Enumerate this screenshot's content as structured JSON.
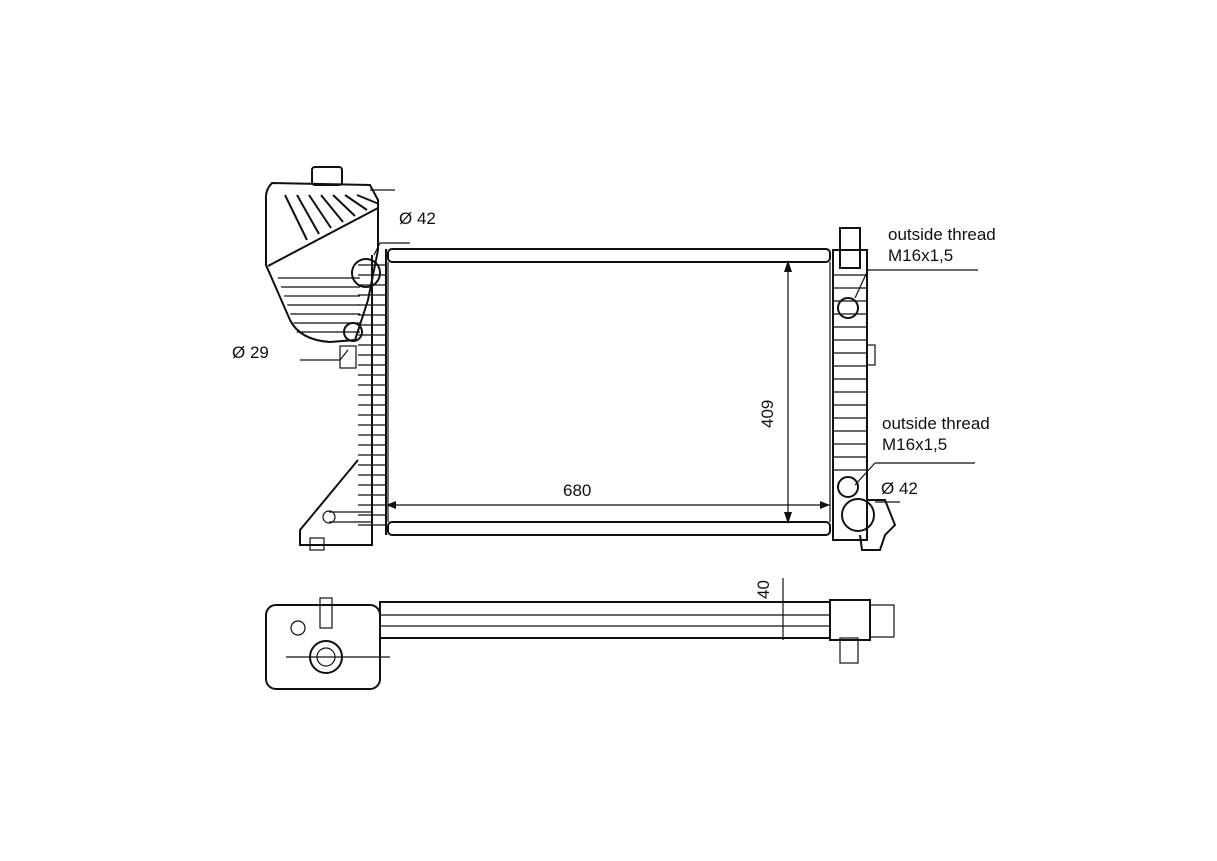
{
  "drawing": {
    "front_view": {
      "upper_left_pipe": "Ø 42",
      "left_lower_pipe": "Ø 29",
      "width_dimension": "680",
      "height_dimension": "409",
      "upper_right_note": {
        "line1": "outside thread",
        "line2": "M16x1,5"
      },
      "lower_right_note": {
        "line1": "outside thread",
        "line2": "M16x1,5"
      },
      "lower_right_pipe": "Ø 42"
    },
    "bottom_view": {
      "depth_dimension": "40"
    }
  }
}
